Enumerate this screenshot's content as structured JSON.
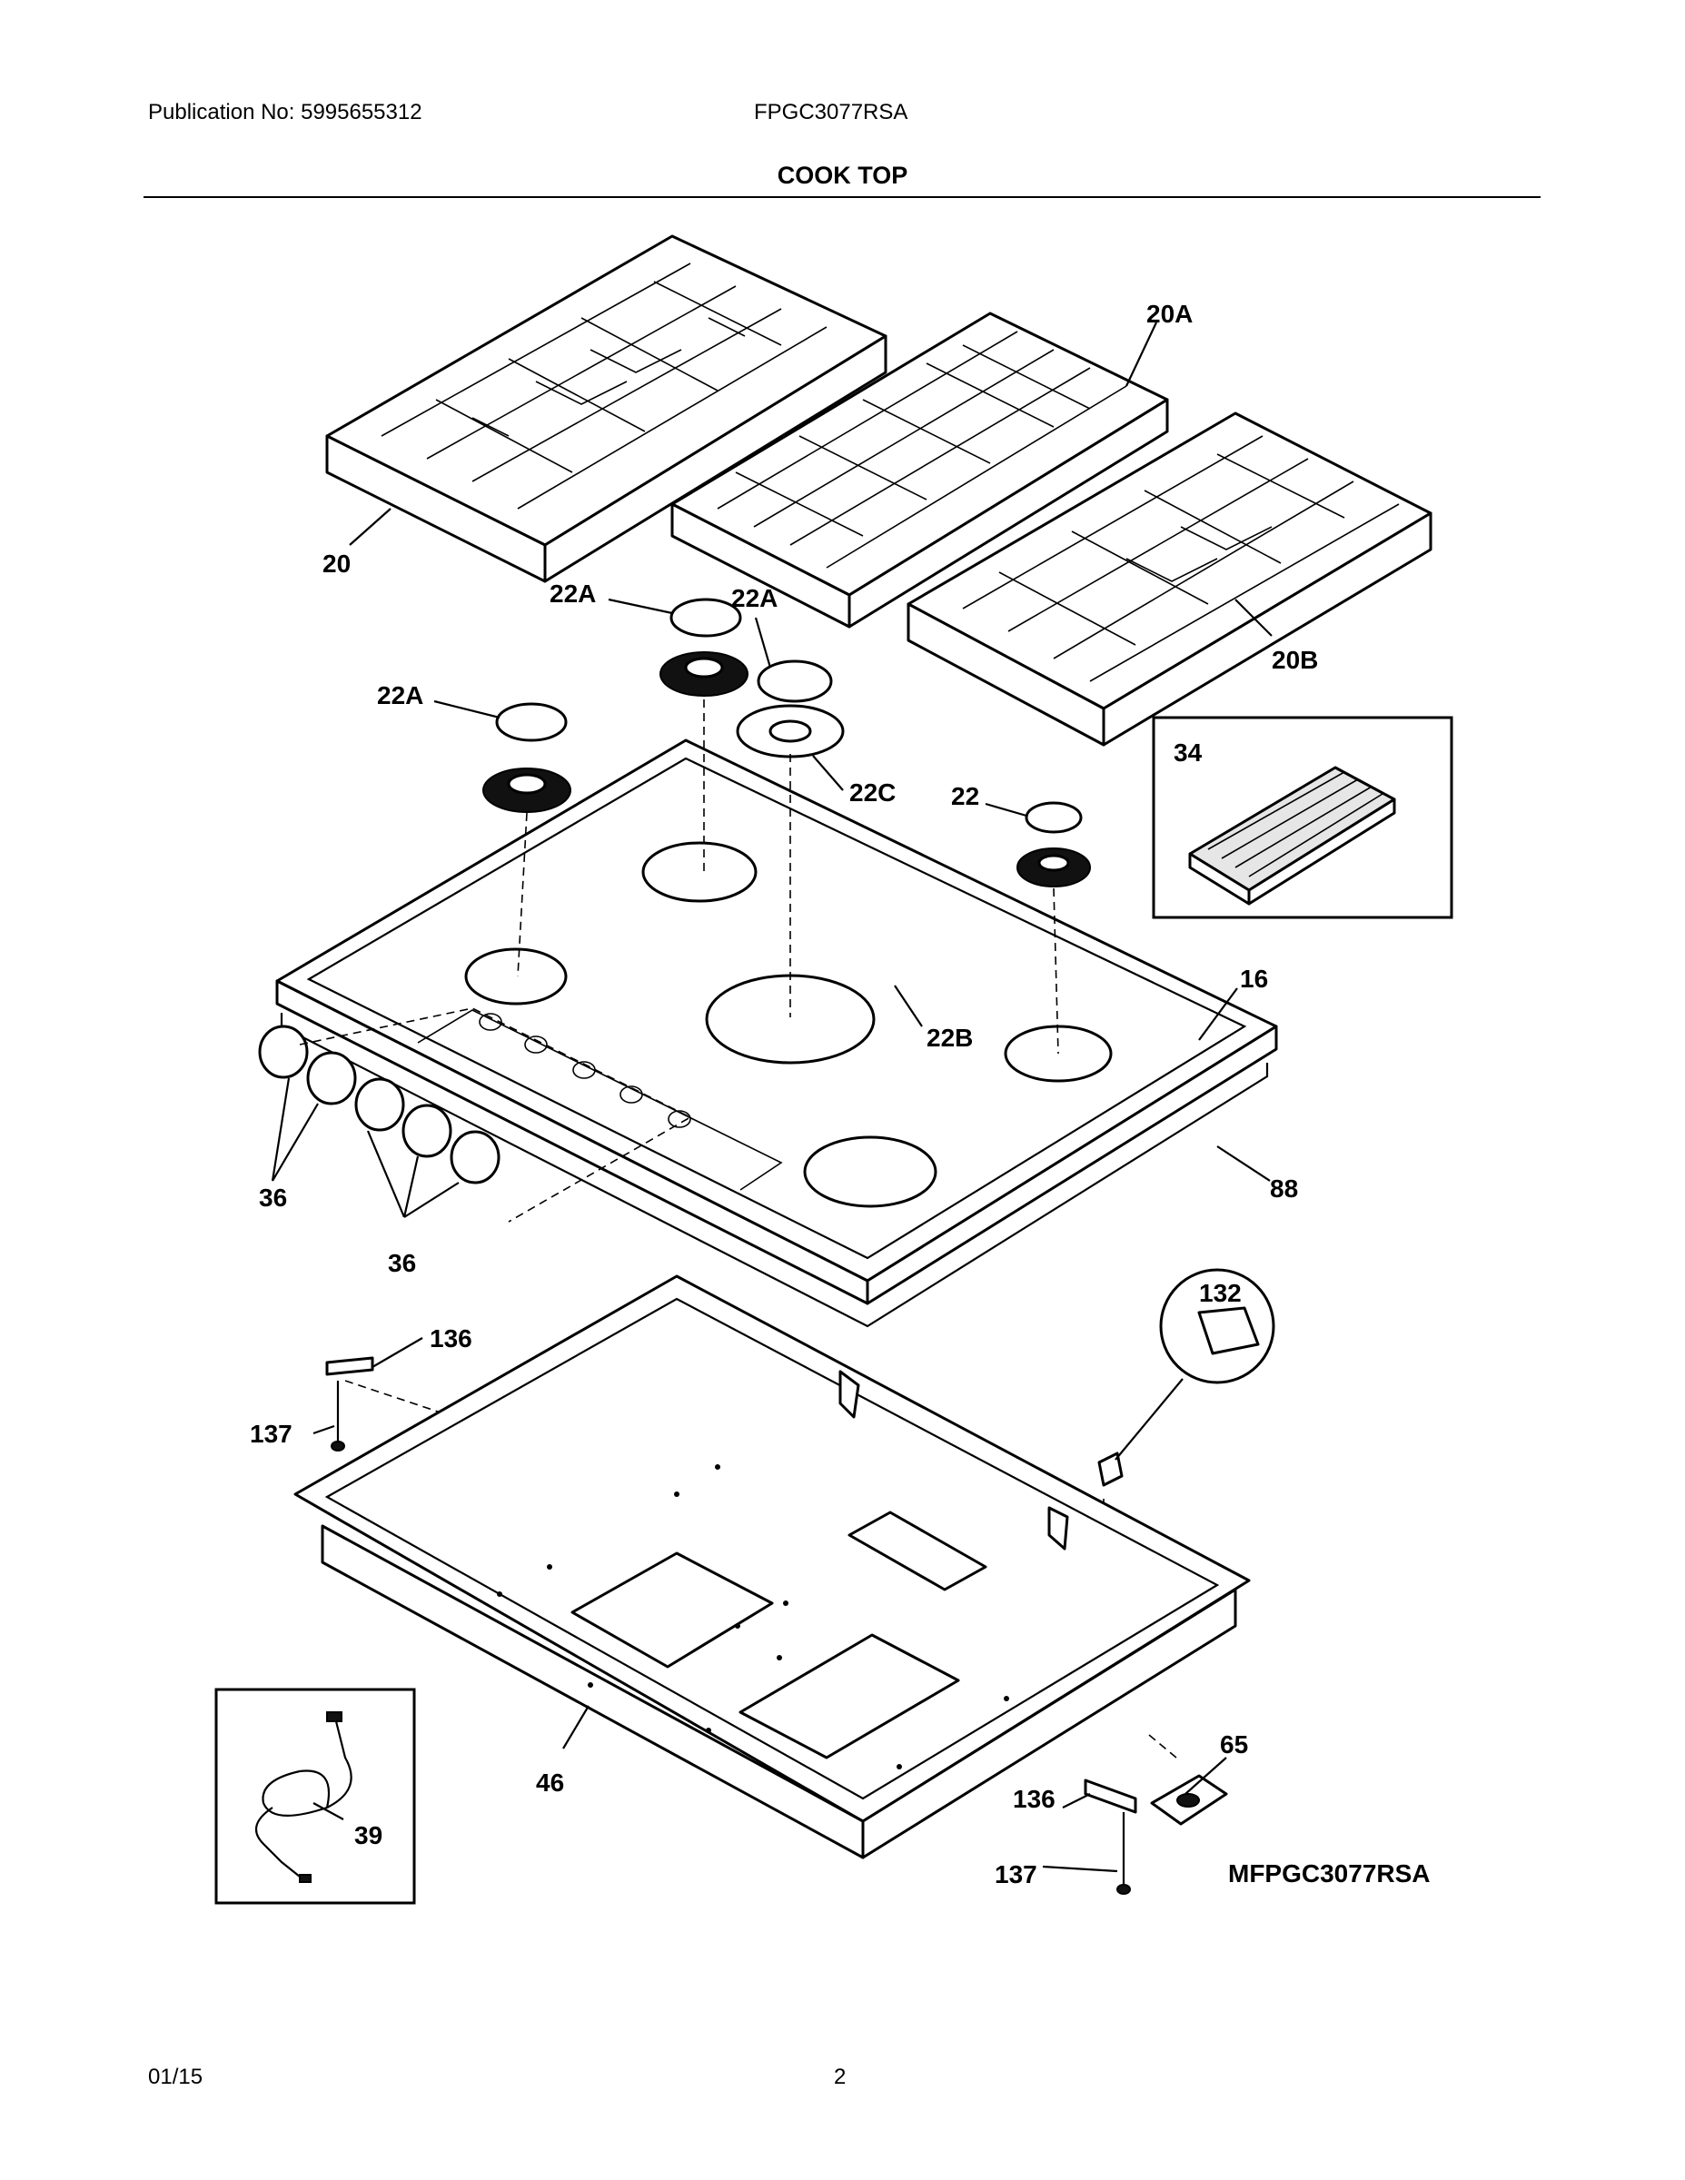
{
  "header": {
    "publication": "Publication No: 5995655312",
    "model": "FPGC3077RSA",
    "section_title": "COOK TOP"
  },
  "footer": {
    "date": "01/15",
    "page": "2"
  },
  "diagram": {
    "model_code": "MFPGC3077RSA",
    "callouts": {
      "grate_left": "20",
      "grate_center": "20A",
      "grate_right": "20B",
      "cap_a1": "22A",
      "cap_a2": "22A",
      "cap_a3": "22A",
      "cap_b": "22B",
      "ring_c": "22C",
      "cap_22": "22",
      "griddle": "34",
      "cooktop": "16",
      "gasket": "88",
      "knobs_upper": "36",
      "knobs_lower": "36",
      "bracket_left": "136",
      "screw_left": "137",
      "spring_clip": "132",
      "burner_box": "46",
      "cord": "39",
      "grommet": "65",
      "bracket_right": "136",
      "screw_right": "137"
    }
  }
}
